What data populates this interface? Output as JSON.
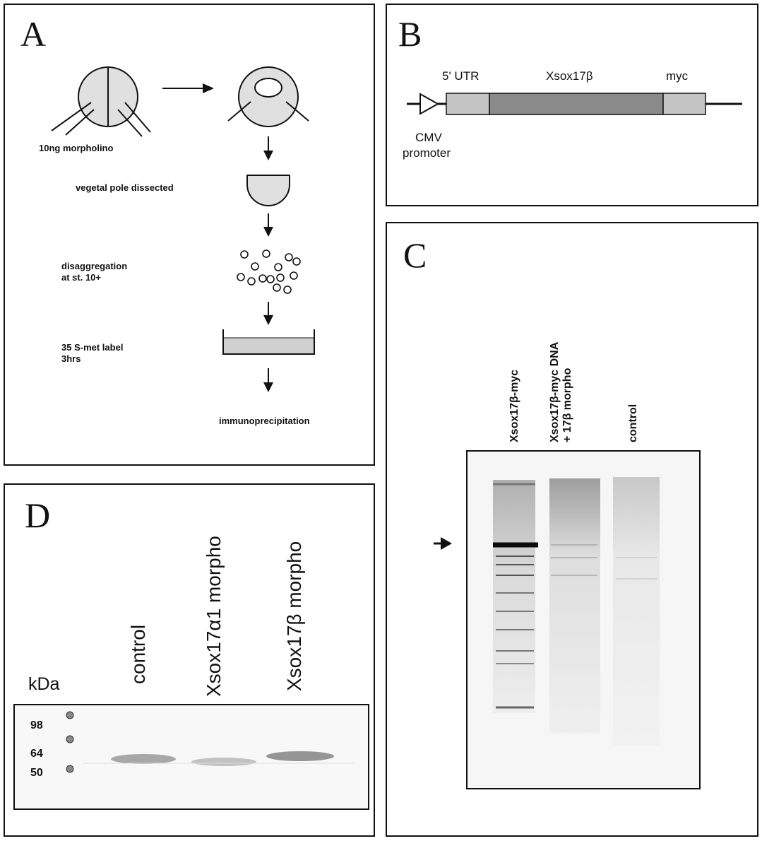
{
  "panel_a": {
    "letter": "A",
    "injection_label": "10ng morpholino",
    "step_dissected": "vegetal pole dissected",
    "step_disaggregation_1": "disaggregation",
    "step_disaggregation_2": "at st. 10+",
    "step_label_1": "35 S-met label",
    "step_label_2": "3hrs",
    "step_ip": "immunoprecipitation"
  },
  "panel_b": {
    "letter": "B",
    "utr": "5' UTR",
    "gene": "Xsox17β",
    "tag": "myc",
    "promoter_1": "CMV",
    "promoter_2": "promoter"
  },
  "panel_c": {
    "letter": "C",
    "lanes": [
      "Xsox17β-myc",
      "Xsox17β-myc DNA",
      "+ 17β morpho",
      "control"
    ]
  },
  "panel_d": {
    "letter": "D",
    "unit": "kDa",
    "markers": [
      "98",
      "64",
      "50"
    ],
    "lanes": [
      "control",
      "Xsox17α1 morpho",
      "Xsox17β morpho"
    ]
  }
}
